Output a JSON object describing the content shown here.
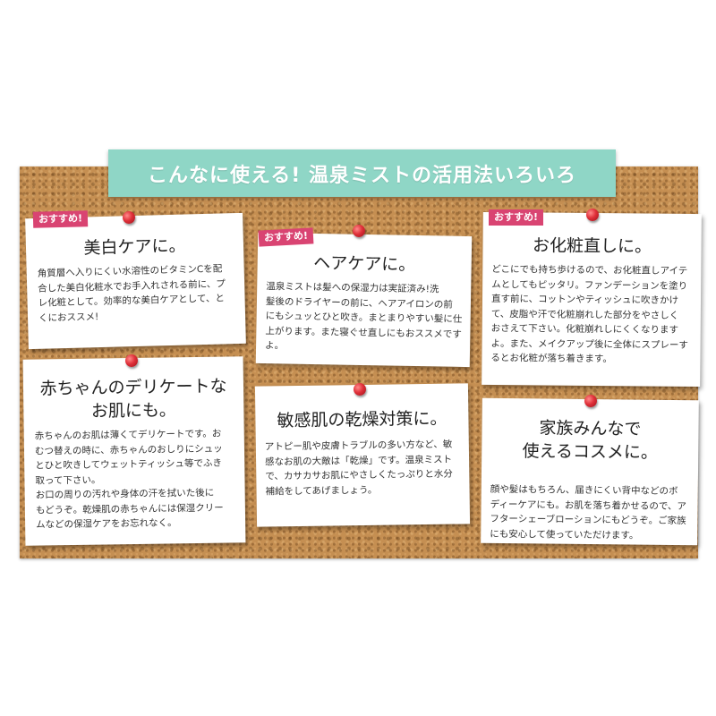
{
  "title": "こんなに使える! 温泉ミストの活用法いろいろ",
  "badge_label": "おすすめ!",
  "colors": {
    "banner": "#8fd6c6",
    "badge": "#d94472",
    "cork": "#c58f52",
    "pin": "#e0303a"
  },
  "cards": [
    {
      "heading": "美白ケアに。",
      "body": "角質層へ入りにくい水溶性のビタミンCを配\n合した美白化粧水でお手入れされる前に、プ\nレ化粧として。効率的な美白ケアとして、と\nくにおススメ!"
    },
    {
      "heading": "ヘアケアに。",
      "body": "温泉ミストは髪への保湿力は実証済み!洗\n髪後のドライヤーの前に、ヘアアイロンの前\nにもシュッとひと吹き。まとまりやすい髪に仕\n上がります。また寝ぐせ直しにもおススメです\nよ。"
    },
    {
      "heading": "お化粧直しに。",
      "body": "どこにでも持ち歩けるので、お化粧直しアイテ\nムとしてもピッタリ。ファンデーションを塗り\n直す前に、コットンやティッシュに吹きかけ\nて、皮脂や汗で化粧崩れした部分をやさしく\nおさえて下さい。化粧崩れしにくくなります\nよ。また、メイクアップ後に全体にスプレーす\nるとお化粧が落ち着きます。"
    },
    {
      "heading": "赤ちゃんのデリケートな\nお肌にも。",
      "body": "赤ちゃんのお肌は薄くてデリケートです。お\nむつ替えの時に、赤ちゃんのおしりにシュッ\nとひと吹きしてウェットティッシュ等でふき\n取って下さい。\nお口の周りの汚れや身体の汗を拭いた後に\nもどうぞ。乾燥肌の赤ちゃんには保湿クリー\nムなどの保湿ケアをお忘れなく。"
    },
    {
      "heading": "敏感肌の乾燥対策に。",
      "body": "アトピー肌や皮膚トラブルの多い方など、敏\n感なお肌の大敵は「乾燥」です。温泉ミスト\nで、カサカサお肌にやさしくたっぷりと水分\n補給をしてあげましょう。"
    },
    {
      "heading": "家族みんなで\n使えるコスメに。",
      "body": "顔や髪はもちろん、届きにくい背中などのボ\nディーケアにも。お肌を落ち着かせるので、ア\nフターシェーブローションにもどうぞ。ご家族\nにも安心して使っていただけます。"
    }
  ]
}
